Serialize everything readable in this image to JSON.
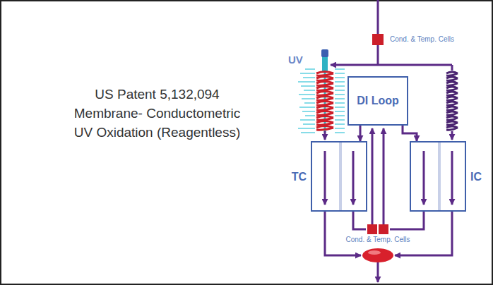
{
  "diagram": {
    "title": "US Patent 5,132,094 Membrane- Conductometric UV Oxidation (Reagentless)",
    "nodes": [
      {
        "text": [
          "DI Loop"
        ]
      },
      {
        "text": [
          "TC"
        ]
      },
      {
        "text": [
          "IC"
        ]
      }
    ],
    "edges": [
      {
        "from": 0,
        "to": 1,
        "arrow": "to"
      },
      {
        "from": 0,
        "to": 2,
        "arrow": "to"
      }
    ],
    "labels": [
      "Cond. & Temp. Cells",
      "UV",
      "Cond. & Temp. Cells"
    ]
  }
}
